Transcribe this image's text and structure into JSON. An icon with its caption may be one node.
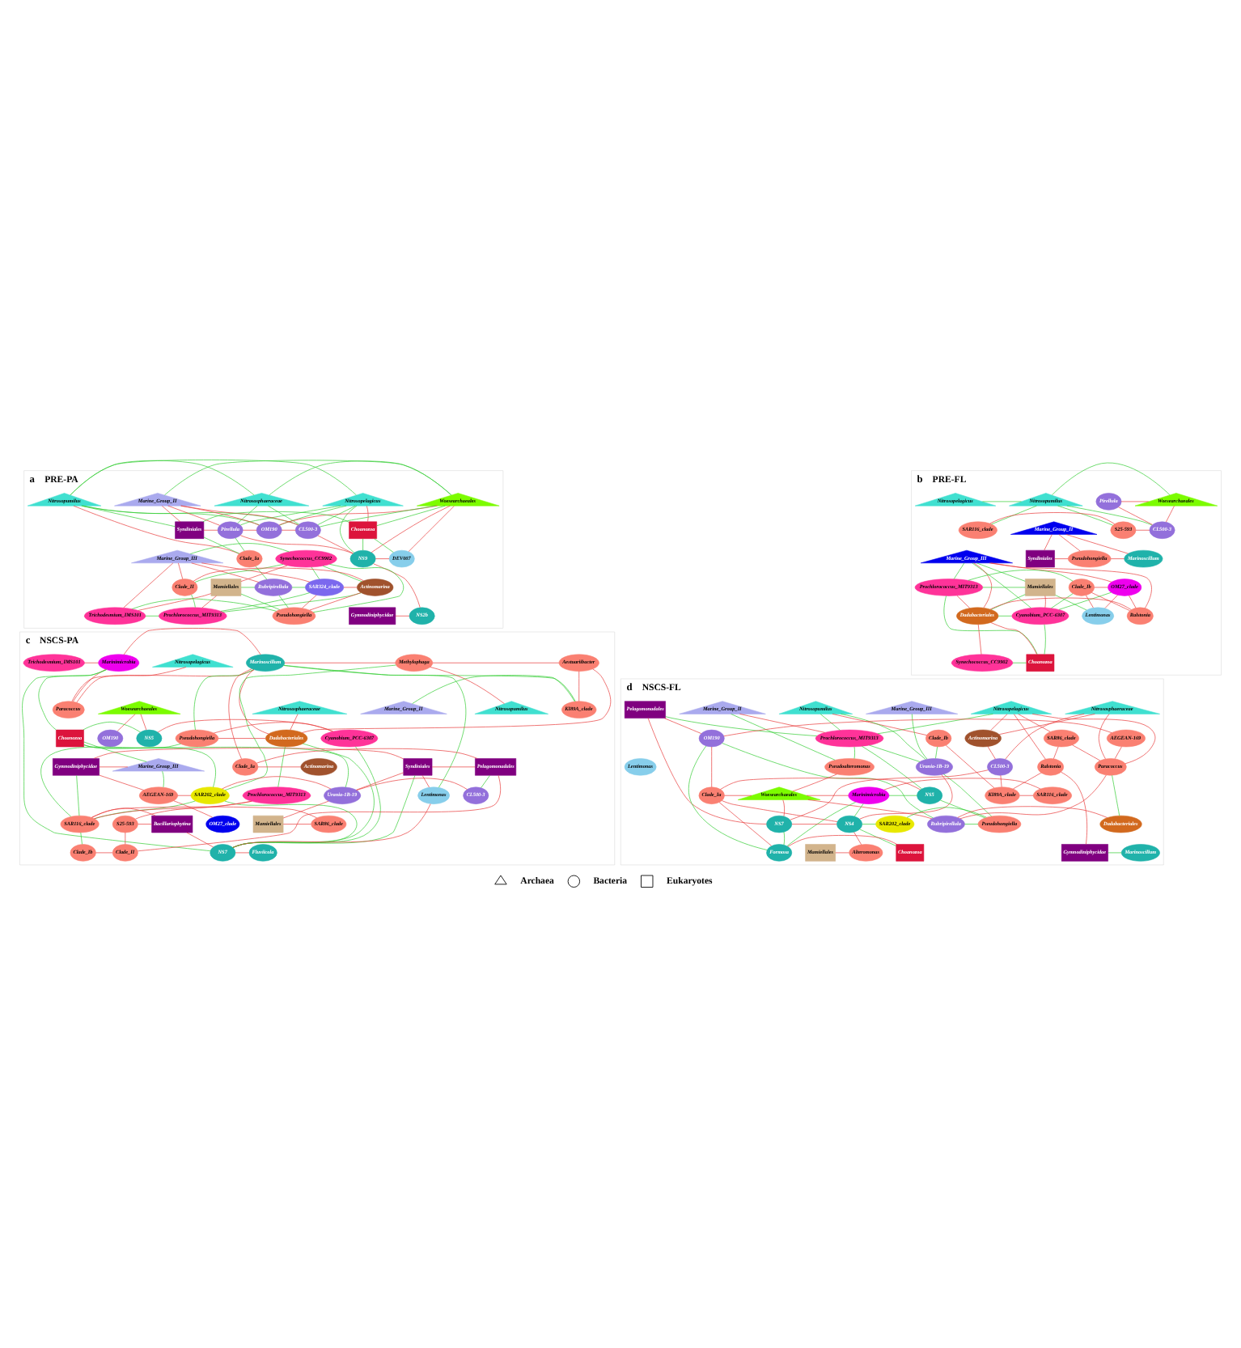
{
  "diagram": {
    "nodes": [
      {
        "text": [
          "PRE-PA"
        ],
        "beside": [
          "a"
        ]
      },
      {
        "text": [
          "Nitrosopelagicus"
        ],
        "in": 0
      },
      {
        "text": [
          "Nitrosopumilus"
        ],
        "in": 0
      },
      {
        "text": [
          "Nitrososphaeraceae"
        ],
        "in": 0
      },
      {
        "text": [
          "Woesearchaeales"
        ],
        "in": 0
      },
      {
        "text": [
          "Marine_Group_II"
        ],
        "in": 0
      },
      {
        "text": [
          "Choanozoa"
        ],
        "in": 0
      },
      {
        "text": [
          "Syndiniales"
        ],
        "in": 0
      },
      {
        "text": [
          "Pirellula"
        ],
        "in": 0
      },
      {
        "text": [
          "OM190"
        ],
        "in": 0
      },
      {
        "text": [
          "CL500-3"
        ],
        "in": 0
      },
      {
        "text": [
          "Clade_Ia"
        ],
        "in": 0
      },
      {
        "text": [
          "NS9"
        ],
        "in": 0
      },
      {
        "text": [
          "DEV007"
        ],
        "in": 0
      },
      {
        "text": [
          "Marine_Group_III"
        ],
        "in": 0
      },
      {
        "text": [
          "Synechococcus_CC9902"
        ],
        "in": 0
      },
      {
        "text": [
          "Clade_II"
        ],
        "in": 0
      },
      {
        "text": [
          "Actinomarina"
        ],
        "in": 0
      },
      {
        "text": [
          "SAR324_clade"
        ],
        "in": 0
      },
      {
        "text": [
          "Rubripirellula"
        ],
        "in": 0
      },
      {
        "text": [
          "Mamiellales"
        ],
        "in": 0
      },
      {
        "text": [
          "Prochlorococcus_MIT9313"
        ],
        "in": 0
      },
      {
        "text": [
          "Trichodesmium_IMS101"
        ],
        "in": 0
      },
      {
        "text": [
          "Pseudohongiella"
        ],
        "in": 0
      },
      {
        "text": [
          "Gymnodiniphycidae"
        ],
        "in": 0
      },
      {
        "text": [
          "NS2b"
        ],
        "in": 0
      },
      {
        "text": [
          "PRE-FL"
        ],
        "beside": [
          "b"
        ]
      },
      {
        "text": [
          "Nitrosopelagicus"
        ],
        "in": 26
      },
      {
        "text": [
          "Nitrosopumilus"
        ],
        "in": 26
      },
      {
        "text": [
          "Woesearchaeales"
        ],
        "in": 26
      },
      {
        "text": [
          "Pirellula"
        ],
        "in": 26
      },
      {
        "text": [
          "SAR116_clade"
        ],
        "in": 26
      },
      {
        "text": [
          "S25-593"
        ],
        "in": 26
      },
      {
        "text": [
          "CL500-3"
        ],
        "in": 26
      },
      {
        "text": [
          "Marine_Group_II"
        ],
        "in": 26
      },
      {
        "text": [
          "Syndiniales"
        ],
        "in": 26
      },
      {
        "text": [
          "Pseudohongiella"
        ],
        "in": 26
      },
      {
        "text": [
          "Marinoscillum"
        ],
        "in": 26
      },
      {
        "text": [
          "Marine_Group_III"
        ],
        "in": 26
      },
      {
        "text": [
          "Mamiellales"
        ],
        "in": 26
      },
      {
        "text": [
          "Prochlorococcus_MIT9313"
        ],
        "in": 26
      },
      {
        "text": [
          "Clade_Ib"
        ],
        "in": 26
      },
      {
        "text": [
          "OM27_clade"
        ],
        "in": 26
      },
      {
        "text": [
          "Cyanobium_PCC-6307"
        ],
        "in": 26
      },
      {
        "text": [
          "Dadabacteriales"
        ],
        "in": 26
      },
      {
        "text": [
          "Ralstonia"
        ],
        "in": 26
      },
      {
        "text": [
          "Lentimonas"
        ],
        "in": 26
      },
      {
        "text": [
          "Choanozoa"
        ],
        "in": 26
      },
      {
        "text": [
          "Synechococcus_CC9902"
        ],
        "in": 26
      },
      {
        "text": [
          "NSCS-PA"
        ],
        "beside": [
          "c"
        ]
      },
      {
        "text": [
          "Nitrosopelagicus"
        ],
        "in": 49
      },
      {
        "text": [
          "Trichodesmium_IMS101"
        ],
        "in": 49
      },
      {
        "text": [
          "Marinimicrobia"
        ],
        "in": 49
      },
      {
        "text": [
          "Marinoscillum"
        ],
        "in": 49
      },
      {
        "text": [
          "Methylophaga"
        ],
        "in": 49
      },
      {
        "text": [
          "Aestuariibacter"
        ],
        "in": 49
      },
      {
        "text": [
          "Paracoccus"
        ],
        "in": 49
      },
      {
        "text": [
          "Nitrosopumilus"
        ],
        "in": 49
      },
      {
        "text": [
          "Marine_Group_II"
        ],
        "in": 49
      },
      {
        "text": [
          "KI89A_clade"
        ],
        "in": 49
      },
      {
        "text": [
          "Nitrososphaeraceae"
        ],
        "in": 49
      },
      {
        "text": [
          "Woesearchaeales"
        ],
        "in": 49
      },
      {
        "text": [
          "Choanozoa"
        ],
        "in": 49
      },
      {
        "text": [
          "NS5"
        ],
        "in": 49
      },
      {
        "text": [
          "Cyanobium_PCC-6307"
        ],
        "in": 49
      },
      {
        "text": [
          "Pseudohongiella"
        ],
        "in": 49
      },
      {
        "text": [
          "Dadabacteriales"
        ],
        "in": 49
      },
      {
        "text": [
          "OM190"
        ],
        "in": 49
      },
      {
        "text": [
          "Marine_Group_III"
        ],
        "in": 49
      },
      {
        "text": [
          "Gymnodiniphycidae"
        ],
        "in": 49
      },
      {
        "text": [
          "Syndiniales"
        ],
        "in": 49
      },
      {
        "text": [
          "Pelagomonadales"
        ],
        "in": 49
      },
      {
        "text": [
          "Clade_Ia"
        ],
        "in": 49
      },
      {
        "text": [
          "Actinomarina"
        ],
        "in": 49
      },
      {
        "text": [
          "AEGEAN-169"
        ],
        "in": 49
      },
      {
        "text": [
          "SAR202_clade"
        ],
        "in": 49
      },
      {
        "text": [
          "Urania-1B-19"
        ],
        "in": 49
      },
      {
        "text": [
          "CL500-3"
        ],
        "in": 49
      },
      {
        "text": [
          "Lentimonas"
        ],
        "in": 49
      },
      {
        "text": [
          "Prochlorococcus_MIT9313"
        ],
        "in": 49
      },
      {
        "text": [
          "OM27_clade"
        ],
        "in": 49
      },
      {
        "text": [
          "Mamiellales"
        ],
        "in": 49
      },
      {
        "text": [
          "SAR86_clade"
        ],
        "in": 49
      },
      {
        "text": [
          "SAR116_clade"
        ],
        "in": 49
      },
      {
        "text": [
          "Bacillariophytina"
        ],
        "in": 49
      },
      {
        "text": [
          "S25-593"
        ],
        "in": 49
      },
      {
        "text": [
          "NS7"
        ],
        "in": 49
      },
      {
        "text": [
          "Fluviicola"
        ],
        "in": 49
      },
      {
        "text": [
          "Clade_II"
        ],
        "in": 49
      },
      {
        "text": [
          "Clade_Ib"
        ],
        "in": 49
      },
      {
        "text": [
          "NSCS-FL"
        ],
        "beside": [
          "d"
        ]
      },
      {
        "text": [
          "Nitrosopelagicus"
        ],
        "in": 90
      },
      {
        "text": [
          "Nitrosopumilus"
        ],
        "in": 90
      },
      {
        "text": [
          "Nitrososphaeraceae"
        ],
        "in": 90
      },
      {
        "text": [
          "Marine_Group_II"
        ],
        "in": 90
      },
      {
        "text": [
          "Marine_Group_III"
        ],
        "in": 90
      },
      {
        "text": [
          "Pelagomonadales"
        ],
        "in": 90
      },
      {
        "text": [
          "Prochlorococcus_MIT9313"
        ],
        "in": 90
      },
      {
        "text": [
          "Clade_Ib"
        ],
        "in": 90
      },
      {
        "text": [
          "Actinomarina"
        ],
        "in": 90
      },
      {
        "text": [
          "SAR86_clade"
        ],
        "in": 90
      },
      {
        "text": [
          "AEGEAN-169"
        ],
        "in": 90
      },
      {
        "text": [
          "OM190"
        ],
        "in": 90
      },
      {
        "text": [
          "Pseudoalteromonas"
        ],
        "in": 90
      },
      {
        "text": [
          "Urania-1B-19"
        ],
        "in": 90
      },
      {
        "text": [
          "CL500-3"
        ],
        "in": 90
      },
      {
        "text": [
          "Ralstonia"
        ],
        "in": 90
      },
      {
        "text": [
          "Lentimonas"
        ],
        "in": 90
      },
      {
        "text": [
          "Paracoccus"
        ],
        "in": 90
      },
      {
        "text": [
          "Woesearchaeales"
        ],
        "in": 90
      },
      {
        "text": [
          "Clade_Ia"
        ],
        "in": 90
      },
      {
        "text": [
          "NS5"
        ],
        "in": 90
      },
      {
        "text": [
          "KI89A_clade"
        ],
        "in": 90
      },
      {
        "text": [
          "SAR116_clade"
        ],
        "in": 90
      },
      {
        "text": [
          "Marinimicrobia"
        ],
        "in": 90
      },
      {
        "text": [
          "NS7"
        ],
        "in": 90
      },
      {
        "text": [
          "NS4"
        ],
        "in": 90
      },
      {
        "text": [
          "SAR202_clade"
        ],
        "in": 90
      },
      {
        "text": [
          "Pseudohongiella"
        ],
        "in": 90
      },
      {
        "text": [
          "Rubripirellula"
        ],
        "in": 90
      },
      {
        "text": [
          "Dadabacteriales"
        ],
        "in": 90
      },
      {
        "text": [
          "Formosa"
        ],
        "in": 90
      },
      {
        "text": [
          "Choanozoa"
        ],
        "in": 90
      },
      {
        "text": [
          "Mamiellales"
        ],
        "in": 90
      },
      {
        "text": [
          "Alteromonas"
        ],
        "in": 90
      },
      {
        "text": [
          "Gymnodiniphycidae"
        ],
        "in": 90
      },
      {
        "text": [
          "Marinoscillum"
        ],
        "in": 90
      }
    ],
    "edges": [
      {
        "from": 1,
        "to": 2,
        "arrow": "none",
        "color": "#33cc33"
      },
      {
        "from": 2,
        "to": 3,
        "arrow": "none",
        "color": "#33cc33"
      },
      {
        "from": 3,
        "to": 4,
        "arrow": "none",
        "color": "#33cc33"
      },
      {
        "from": 4,
        "to": 5,
        "arrow": "none",
        "color": "#33cc33"
      },
      {
        "from": 1,
        "to": 6,
        "arrow": "none",
        "color": "#e83a3a"
      },
      {
        "from": 1,
        "to": 8,
        "arrow": "none",
        "color": "#33cc33"
      },
      {
        "from": 1,
        "to": 9,
        "arrow": "none",
        "color": "#33cc33"
      },
      {
        "from": 1,
        "to": 10,
        "arrow": "none",
        "color": "#33cc33"
      },
      {
        "from": 1,
        "to": 12,
        "arrow": "none",
        "color": "#33cc33"
      },
      {
        "from": 2,
        "to": 7,
        "arrow": "none",
        "color": "#33cc33"
      },
      {
        "from": 2,
        "to": 9,
        "arrow": "none",
        "color": "#33cc33"
      },
      {
        "from": 2,
        "to": 10,
        "arrow": "none",
        "color": "#33cc33"
      },
      {
        "from": 2,
        "to": 11,
        "arrow": "none",
        "color": "#e83a3a"
      },
      {
        "from": 3,
        "to": 8,
        "arrow": "none",
        "color": "#33cc33"
      },
      {
        "from": 3,
        "to": 10,
        "arrow": "none",
        "color": "#33cc33"
      },
      {
        "from": 4,
        "to": 6,
        "arrow": "none",
        "color": "#33cc33"
      },
      {
        "from": 4,
        "to": 9,
        "arrow": "none",
        "color": "#e83a3a"
      },
      {
        "from": 4,
        "to": 10,
        "arrow": "none",
        "color": "#33cc33"
      },
      {
        "from": 4,
        "to": 12,
        "arrow": "none",
        "color": "#e83a3a"
      },
      {
        "from": 4,
        "to": 13,
        "arrow": "none",
        "color": "#e83a3a"
      },
      {
        "from": 5,
        "to": 7,
        "arrow": "none",
        "color": "#e83a3a"
      },
      {
        "from": 5,
        "to": 8,
        "arrow": "none",
        "color": "#e83a3a"
      },
      {
        "from": 5,
        "to": 9,
        "arrow": "none",
        "color": "#e83a3a"
      },
      {
        "from": 5,
        "to": 10,
        "arrow": "none",
        "color": "#e83a3a"
      },
      {
        "from": 6,
        "to": 7,
        "arrow": "none",
        "color": "#33cc33"
      },
      {
        "from": 6,
        "to": 12,
        "arrow": "none",
        "color": "#33cc33"
      },
      {
        "from": 6,
        "to": 13,
        "arrow": "none",
        "color": "#33cc33"
      },
      {
        "from": 7,
        "to": 8,
        "arrow": "none",
        "color": "#e83a3a"
      },
      {
        "from": 7,
        "to": 11,
        "arrow": "none",
        "color": "#33cc33"
      },
      {
        "from": 8,
        "to": 9,
        "arrow": "none",
        "color": "#e83a3a"
      },
      {
        "from": 8,
        "to": 11,
        "arrow": "none",
        "color": "#33cc33"
      },
      {
        "from": 8,
        "to": 12,
        "arrow": "none",
        "color": "#e83a3a"
      },
      {
        "from": 9,
        "to": 10,
        "arrow": "none",
        "color": "#e83a3a"
      },
      {
        "from": 10,
        "to": 12,
        "arrow": "none",
        "color": "#e83a3a"
      },
      {
        "from": 11,
        "to": 19,
        "arrow": "none",
        "color": "#33cc33"
      },
      {
        "from": 12,
        "to": 13,
        "arrow": "none",
        "color": "#e83a3a"
      },
      {
        "from": 12,
        "to": 25,
        "arrow": "none",
        "color": "#e83a3a"
      },
      {
        "from": 14,
        "to": 15,
        "arrow": "none",
        "color": "#33cc33"
      },
      {
        "from": 14,
        "to": 16,
        "arrow": "none",
        "color": "#e83a3a"
      },
      {
        "from": 14,
        "to": 18,
        "arrow": "none",
        "color": "#e83a3a"
      },
      {
        "from": 14,
        "to": 19,
        "arrow": "none",
        "color": "#e83a3a"
      },
      {
        "from": 14,
        "to": 22,
        "arrow": "none",
        "color": "#e83a3a"
      },
      {
        "from": 15,
        "to": 16,
        "arrow": "none",
        "color": "#33cc33"
      },
      {
        "from": 15,
        "to": 17,
        "arrow": "none",
        "color": "#33cc33"
      },
      {
        "from": 15,
        "to": 18,
        "arrow": "none",
        "color": "#33cc33"
      },
      {
        "from": 15,
        "to": 20,
        "arrow": "none",
        "color": "#e83a3a"
      },
      {
        "from": 15,
        "to": 23,
        "arrow": "none",
        "color": "#33cc33"
      },
      {
        "from": 16,
        "to": 17,
        "arrow": "none",
        "color": "#e83a3a"
      },
      {
        "from": 17,
        "to": 18,
        "arrow": "none",
        "color": "#e83a3a"
      },
      {
        "from": 18,
        "to": 19,
        "arrow": "none",
        "color": "#33cc33"
      },
      {
        "from": 19,
        "to": 20,
        "arrow": "none",
        "color": "#33cc33"
      },
      {
        "from": 16,
        "to": 21,
        "arrow": "none",
        "color": "#33cc33"
      },
      {
        "from": 17,
        "to": 21,
        "arrow": "none",
        "color": "#33cc33"
      },
      {
        "from": 17,
        "to": 23,
        "arrow": "none",
        "color": "#e83a3a"
      },
      {
        "from": 18,
        "to": 21,
        "arrow": "none",
        "color": "#33cc33"
      },
      {
        "from": 18,
        "to": 23,
        "arrow": "none",
        "color": "#e83a3a"
      },
      {
        "from": 19,
        "to": 23,
        "arrow": "none",
        "color": "#33cc33"
      },
      {
        "from": 20,
        "to": 21,
        "arrow": "none",
        "color": "#e83a3a"
      },
      {
        "from": 20,
        "to": 22,
        "arrow": "none",
        "color": "#e83a3a"
      },
      {
        "from": 20,
        "to": 23,
        "arrow": "none",
        "color": "#33cc33"
      },
      {
        "from": 21,
        "to": 22,
        "arrow": "none",
        "color": "#33cc33"
      },
      {
        "from": 22,
        "to": 23,
        "arrow": "none",
        "color": "#33cc33"
      },
      {
        "from": 24,
        "to": 25,
        "arrow": "none",
        "color": "#e83a3a"
      },
      {
        "from": 27,
        "to": 28,
        "arrow": "none",
        "color": "#33cc33"
      },
      {
        "from": 28,
        "to": 29,
        "arrow": "none",
        "color": "#33cc33"
      },
      {
        "from": 29,
        "to": 30,
        "arrow": "none",
        "color": "#e83a3a"
      },
      {
        "from": 28,
        "to": 31,
        "arrow": "none",
        "color": "#33cc33"
      },
      {
        "from": 28,
        "to": 32,
        "arrow": "none",
        "color": "#33cc33"
      },
      {
        "from": 28,
        "to": 33,
        "arrow": "none",
        "color": "#33cc33"
      },
      {
        "from": 29,
        "to": 33,
        "arrow": "none",
        "color": "#e83a3a"
      },
      {
        "from": 30,
        "to": 33,
        "arrow": "none",
        "color": "#e83a3a"
      },
      {
        "from": 31,
        "to": 32,
        "arrow": "none",
        "color": "#e83a3a"
      },
      {
        "from": 32,
        "to": 33,
        "arrow": "none",
        "color": "#e83a3a"
      },
      {
        "from": 34,
        "to": 35,
        "arrow": "none",
        "color": "#e83a3a"
      },
      {
        "from": 34,
        "to": 36,
        "arrow": "none",
        "color": "#e83a3a"
      },
      {
        "from": 34,
        "to": 37,
        "arrow": "none",
        "color": "#e83a3a"
      },
      {
        "from": 35,
        "to": 36,
        "arrow": "none",
        "color": "#e83a3a"
      },
      {
        "from": 36,
        "to": 37,
        "arrow": "none",
        "color": "#e83a3a"
      },
      {
        "from": 38,
        "to": 39,
        "arrow": "none",
        "color": "#33cc33"
      },
      {
        "from": 38,
        "to": 40,
        "arrow": "none",
        "color": "#33cc33"
      },
      {
        "from": 38,
        "to": 42,
        "arrow": "none",
        "color": "#e83a3a"
      },
      {
        "from": 38,
        "to": 43,
        "arrow": "none",
        "color": "#33cc33"
      },
      {
        "from": 38,
        "to": 44,
        "arrow": "none",
        "color": "#e83a3a"
      },
      {
        "from": 38,
        "to": 45,
        "arrow": "none",
        "color": "#e83a3a"
      },
      {
        "from": 39,
        "to": 40,
        "arrow": "none",
        "color": "#33cc33"
      },
      {
        "from": 39,
        "to": 43,
        "arrow": "none",
        "color": "#e83a3a"
      },
      {
        "from": 39,
        "to": 44,
        "arrow": "none",
        "color": "#33cc33"
      },
      {
        "from": 39,
        "to": 46,
        "arrow": "none",
        "color": "#33cc33"
      },
      {
        "from": 40,
        "to": 41,
        "arrow": "none",
        "color": "#33cc33"
      },
      {
        "from": 40,
        "to": 44,
        "arrow": "none",
        "color": "#e83a3a"
      },
      {
        "from": 40,
        "to": 47,
        "arrow": "none",
        "color": "#33cc33"
      },
      {
        "from": 41,
        "to": 42,
        "arrow": "none",
        "color": "#e83a3a"
      },
      {
        "from": 41,
        "to": 43,
        "arrow": "none",
        "color": "#33cc33"
      },
      {
        "from": 41,
        "to": 45,
        "arrow": "none",
        "color": "#e83a3a"
      },
      {
        "from": 41,
        "to": 46,
        "arrow": "none",
        "color": "#e83a3a"
      },
      {
        "from": 42,
        "to": 43,
        "arrow": "none",
        "color": "#33cc33"
      },
      {
        "from": 42,
        "to": 45,
        "arrow": "none",
        "color": "#e83a3a"
      },
      {
        "from": 42,
        "to": 46,
        "arrow": "none",
        "color": "#e83a3a"
      },
      {
        "from": 43,
        "to": 44,
        "arrow": "none",
        "color": "#33cc33"
      },
      {
        "from": 43,
        "to": 47,
        "arrow": "none",
        "color": "#33cc33"
      },
      {
        "from": 44,
        "to": 45,
        "arrow": "none",
        "color": "#e83a3a"
      },
      {
        "from": 44,
        "to": 47,
        "arrow": "none",
        "color": "#e83a3a"
      },
      {
        "from": 44,
        "to": 48,
        "arrow": "none",
        "color": "#e83a3a"
      },
      {
        "from": 47,
        "to": 48,
        "arrow": "none",
        "color": "#33cc33"
      },
      {
        "from": 50,
        "to": 56,
        "arrow": "none",
        "color": "#e83a3a"
      },
      {
        "from": 51,
        "to": 52,
        "arrow": "none",
        "color": "#e83a3a"
      },
      {
        "from": 52,
        "to": 53,
        "arrow": "none",
        "color": "#e83a3a"
      },
      {
        "from": 53,
        "to": 54,
        "arrow": "none",
        "color": "#e83a3a"
      },
      {
        "from": 54,
        "to": 55,
        "arrow": "none",
        "color": "#e83a3a"
      },
      {
        "from": 52,
        "to": 56,
        "arrow": "none",
        "color": "#e83a3a"
      },
      {
        "from": 53,
        "to": 56,
        "arrow": "none",
        "color": "#e83a3a"
      },
      {
        "from": 54,
        "to": 57,
        "arrow": "none",
        "color": "#e83a3a"
      },
      {
        "from": 58,
        "to": 59,
        "arrow": "none",
        "color": "#33cc33"
      },
      {
        "from": 53,
        "to": 59,
        "arrow": "none",
        "color": "#33cc33"
      },
      {
        "from": 53,
        "to": 65,
        "arrow": "none",
        "color": "#33cc33"
      },
      {
        "from": 53,
        "to": 66,
        "arrow": "none",
        "color": "#e83a3a"
      },
      {
        "from": 53,
        "to": 72,
        "arrow": "none",
        "color": "#e83a3a"
      },
      {
        "from": 53,
        "to": 78,
        "arrow": "none",
        "color": "#33cc33"
      },
      {
        "from": 54,
        "to": 75,
        "arrow": "none",
        "color": "#33cc33"
      },
      {
        "from": 55,
        "to": 59,
        "arrow": "none",
        "color": "#e83a3a"
      },
      {
        "from": 55,
        "to": 66,
        "arrow": "none",
        "color": "#e83a3a"
      },
      {
        "from": 60,
        "to": 66,
        "arrow": "none",
        "color": "#e83a3a"
      },
      {
        "from": 61,
        "to": 63,
        "arrow": "none",
        "color": "#e83a3a"
      },
      {
        "from": 61,
        "to": 67,
        "arrow": "none",
        "color": "#e83a3a"
      },
      {
        "from": 52,
        "to": 62,
        "arrow": "none",
        "color": "#33cc33"
      },
      {
        "from": 52,
        "to": 86,
        "arrow": "none",
        "color": "#33cc33"
      },
      {
        "from": 62,
        "to": 63,
        "arrow": "none",
        "color": "#33cc33"
      },
      {
        "from": 63,
        "to": 64,
        "arrow": "none",
        "color": "#e83a3a"
      },
      {
        "from": 64,
        "to": 65,
        "arrow": "none",
        "color": "#e83a3a"
      },
      {
        "from": 65,
        "to": 66,
        "arrow": "none",
        "color": "#e83a3a"
      },
      {
        "from": 62,
        "to": 68,
        "arrow": "none",
        "color": "#33cc33"
      },
      {
        "from": 62,
        "to": 75,
        "arrow": "none",
        "color": "#33cc33"
      },
      {
        "from": 62,
        "to": 76,
        "arrow": "none",
        "color": "#33cc33"
      },
      {
        "from": 64,
        "to": 86,
        "arrow": "none",
        "color": "#33cc33"
      },
      {
        "from": 65,
        "to": 83,
        "arrow": "none",
        "color": "#33cc33"
      },
      {
        "from": 66,
        "to": 79,
        "arrow": "none",
        "color": "#33cc33"
      },
      {
        "from": 66,
        "to": 86,
        "arrow": "none",
        "color": "#33cc33"
      },
      {
        "from": 68,
        "to": 69,
        "arrow": "none",
        "color": "#e83a3a"
      },
      {
        "from": 69,
        "to": 70,
        "arrow": "none",
        "color": "#e83a3a"
      },
      {
        "from": 70,
        "to": 71,
        "arrow": "none",
        "color": "#e83a3a"
      },
      {
        "from": 71,
        "to": 72,
        "arrow": "none",
        "color": "#e83a3a"
      },
      {
        "from": 72,
        "to": 73,
        "arrow": "none",
        "color": "#e83a3a"
      },
      {
        "from": 68,
        "to": 74,
        "arrow": "none",
        "color": "#33cc33"
      },
      {
        "from": 69,
        "to": 74,
        "arrow": "none",
        "color": "#e83a3a"
      },
      {
        "from": 69,
        "to": 83,
        "arrow": "none",
        "color": "#33cc33"
      },
      {
        "from": 70,
        "to": 76,
        "arrow": "none",
        "color": "#e83a3a"
      },
      {
        "from": 70,
        "to": 78,
        "arrow": "none",
        "color": "#e83a3a"
      },
      {
        "from": 70,
        "to": 86,
        "arrow": "none",
        "color": "#33cc33"
      },
      {
        "from": 71,
        "to": 77,
        "arrow": "none",
        "color": "#33cc33"
      },
      {
        "from": 71,
        "to": 88,
        "arrow": "none",
        "color": "#e83a3a"
      },
      {
        "from": 74,
        "to": 75,
        "arrow": "none",
        "color": "#e83a3a"
      },
      {
        "from": 75,
        "to": 76,
        "arrow": "none",
        "color": "#e83a3a"
      },
      {
        "from": 76,
        "to": 77,
        "arrow": "none",
        "color": "#e83a3a"
      },
      {
        "from": 74,
        "to": 80,
        "arrow": "none",
        "color": "#e83a3a"
      },
      {
        "from": 75,
        "to": 83,
        "arrow": "none",
        "color": "#33cc33"
      },
      {
        "from": 75,
        "to": 86,
        "arrow": "none",
        "color": "#33cc33"
      },
      {
        "from": 76,
        "to": 81,
        "arrow": "none",
        "color": "#e83a3a"
      },
      {
        "from": 78,
        "to": 86,
        "arrow": "none",
        "color": "#e83a3a"
      },
      {
        "from": 79,
        "to": 83,
        "arrow": "none",
        "color": "#e83a3a"
      },
      {
        "from": 79,
        "to": 85,
        "arrow": "none",
        "color": "#e83a3a"
      },
      {
        "from": 81,
        "to": 82,
        "arrow": "none",
        "color": "#e83a3a"
      },
      {
        "from": 82,
        "to": 83,
        "arrow": "none",
        "color": "#e83a3a"
      },
      {
        "from": 83,
        "to": 84,
        "arrow": "none",
        "color": "#e83a3a"
      },
      {
        "from": 84,
        "to": 85,
        "arrow": "none",
        "color": "#e83a3a"
      },
      {
        "from": 84,
        "to": 86,
        "arrow": "none",
        "color": "#e83a3a"
      },
      {
        "from": 83,
        "to": 89,
        "arrow": "none",
        "color": "#33cc33"
      },
      {
        "from": 85,
        "to": 88,
        "arrow": "none",
        "color": "#e83a3a"
      },
      {
        "from": 86,
        "to": 87,
        "arrow": "none",
        "color": "#e83a3a"
      },
      {
        "from": 88,
        "to": 89,
        "arrow": "none",
        "color": "#e83a3a"
      },
      {
        "from": 91,
        "to": 97,
        "arrow": "none",
        "color": "#33cc33"
      },
      {
        "from": 91,
        "to": 99,
        "arrow": "none",
        "color": "#e83a3a"
      },
      {
        "from": 91,
        "to": 100,
        "arrow": "none",
        "color": "#e83a3a"
      },
      {
        "from": 91,
        "to": 106,
        "arrow": "none",
        "color": "#e83a3a"
      },
      {
        "from": 91,
        "to": 108,
        "arrow": "none",
        "color": "#e83a3a"
      },
      {
        "from": 92,
        "to": 97,
        "arrow": "none",
        "color": "#33cc33"
      },
      {
        "from": 92,
        "to": 98,
        "arrow": "none",
        "color": "#e83a3a"
      },
      {
        "from": 92,
        "to": 104,
        "arrow": "none",
        "color": "#33cc33"
      },
      {
        "from": 93,
        "to": 99,
        "arrow": "none",
        "color": "#e83a3a"
      },
      {
        "from": 93,
        "to": 105,
        "arrow": "none",
        "color": "#e83a3a"
      },
      {
        "from": 93,
        "to": 108,
        "arrow": "none",
        "color": "#e83a3a"
      },
      {
        "from": 94,
        "to": 97,
        "arrow": "none",
        "color": "#e83a3a"
      },
      {
        "from": 94,
        "to": 103,
        "arrow": "none",
        "color": "#33cc33"
      },
      {
        "from": 95,
        "to": 104,
        "arrow": "none",
        "color": "#33cc33"
      },
      {
        "from": 96,
        "to": 97,
        "arrow": "none",
        "color": "#33cc33"
      },
      {
        "from": 96,
        "to": 102,
        "arrow": "none",
        "color": "#e83a3a"
      },
      {
        "from": 96,
        "to": 115,
        "arrow": "none",
        "color": "#e83a3a"
      },
      {
        "from": 97,
        "to": 103,
        "arrow": "none",
        "color": "#33cc33"
      },
      {
        "from": 97,
        "to": 104,
        "arrow": "none",
        "color": "#33cc33"
      },
      {
        "from": 97,
        "to": 111,
        "arrow": "none",
        "color": "#33cc33"
      },
      {
        "from": 98,
        "to": 104,
        "arrow": "none",
        "color": "#33cc33"
      },
      {
        "from": 98,
        "to": 112,
        "arrow": "none",
        "color": "#e83a3a"
      },
      {
        "from": 99,
        "to": 105,
        "arrow": "none",
        "color": "#e83a3a"
      },
      {
        "from": 100,
        "to": 106,
        "arrow": "none",
        "color": "#e83a3a"
      },
      {
        "from": 100,
        "to": 108,
        "arrow": "none",
        "color": "#e83a3a"
      },
      {
        "from": 101,
        "to": 102,
        "arrow": "none",
        "color": "#e83a3a"
      },
      {
        "from": 101,
        "to": 108,
        "arrow": "none",
        "color": "#e83a3a"
      },
      {
        "from": 102,
        "to": 110,
        "arrow": "none",
        "color": "#e83a3a"
      },
      {
        "from": 102,
        "to": 119,
        "arrow": "none",
        "color": "#33cc33"
      },
      {
        "from": 102,
        "to": 121,
        "arrow": "none",
        "color": "#33cc33"
      },
      {
        "from": 103,
        "to": 109,
        "arrow": "none",
        "color": "#e83a3a"
      },
      {
        "from": 104,
        "to": 116,
        "arrow": "none",
        "color": "#e83a3a"
      },
      {
        "from": 104,
        "to": 118,
        "arrow": "none",
        "color": "#33cc33"
      },
      {
        "from": 105,
        "to": 112,
        "arrow": "none",
        "color": "#e83a3a"
      },
      {
        "from": 105,
        "to": 115,
        "arrow": "none",
        "color": "#e83a3a"
      },
      {
        "from": 106,
        "to": 112,
        "arrow": "none",
        "color": "#e83a3a"
      },
      {
        "from": 106,
        "to": 125,
        "arrow": "none",
        "color": "#e83a3a"
      },
      {
        "from": 108,
        "to": 119,
        "arrow": "none",
        "color": "#e83a3a"
      },
      {
        "from": 108,
        "to": 120,
        "arrow": "none",
        "color": "#33cc33"
      },
      {
        "from": 109,
        "to": 110,
        "arrow": "none",
        "color": "#e83a3a"
      },
      {
        "from": 109,
        "to": 114,
        "arrow": "none",
        "color": "#e83a3a"
      },
      {
        "from": 109,
        "to": 115,
        "arrow": "none",
        "color": "#e83a3a"
      },
      {
        "from": 109,
        "to": 119,
        "arrow": "none",
        "color": "#e83a3a"
      },
      {
        "from": 110,
        "to": 111,
        "arrow": "none",
        "color": "#e83a3a"
      },
      {
        "from": 110,
        "to": 116,
        "arrow": "none",
        "color": "#e83a3a"
      },
      {
        "from": 110,
        "to": 121,
        "arrow": "none",
        "color": "#e83a3a"
      },
      {
        "from": 111,
        "to": 114,
        "arrow": "none",
        "color": "#33cc33"
      },
      {
        "from": 111,
        "to": 118,
        "arrow": "none",
        "color": "#33cc33"
      },
      {
        "from": 112,
        "to": 113,
        "arrow": "none",
        "color": "#e83a3a"
      },
      {
        "from": 113,
        "to": 114,
        "arrow": "none",
        "color": "#e83a3a"
      },
      {
        "from": 114,
        "to": 116,
        "arrow": "none",
        "color": "#33cc33"
      },
      {
        "from": 114,
        "to": 121,
        "arrow": "none",
        "color": "#33cc33"
      },
      {
        "from": 115,
        "to": 116,
        "arrow": "none",
        "color": "#e83a3a"
      },
      {
        "from": 115,
        "to": 121,
        "arrow": "none",
        "color": "#33cc33"
      },
      {
        "from": 116,
        "to": 117,
        "arrow": "none",
        "color": "#33cc33"
      },
      {
        "from": 116,
        "to": 122,
        "arrow": "none",
        "color": "#33cc33"
      },
      {
        "from": 116,
        "to": 124,
        "arrow": "none",
        "color": "#e83a3a"
      },
      {
        "from": 117,
        "to": 118,
        "arrow": "none",
        "color": "#33cc33"
      },
      {
        "from": 118,
        "to": 119,
        "arrow": "none",
        "color": "#33cc33"
      },
      {
        "from": 119,
        "to": 120,
        "arrow": "none",
        "color": "#e83a3a"
      },
      {
        "from": 121,
        "to": 122,
        "arrow": "none",
        "color": "#e83a3a"
      },
      {
        "from": 123,
        "to": 124,
        "arrow": "none",
        "color": "#e83a3a"
      },
      {
        "from": 125,
        "to": 126,
        "arrow": "none",
        "color": "#33cc33"
      }
    ],
    "legend": [
      {
        "text": "Archaea"
      },
      {
        "text": "Bacteria"
      },
      {
        "text": "Eukaryotes"
      }
    ]
  }
}
